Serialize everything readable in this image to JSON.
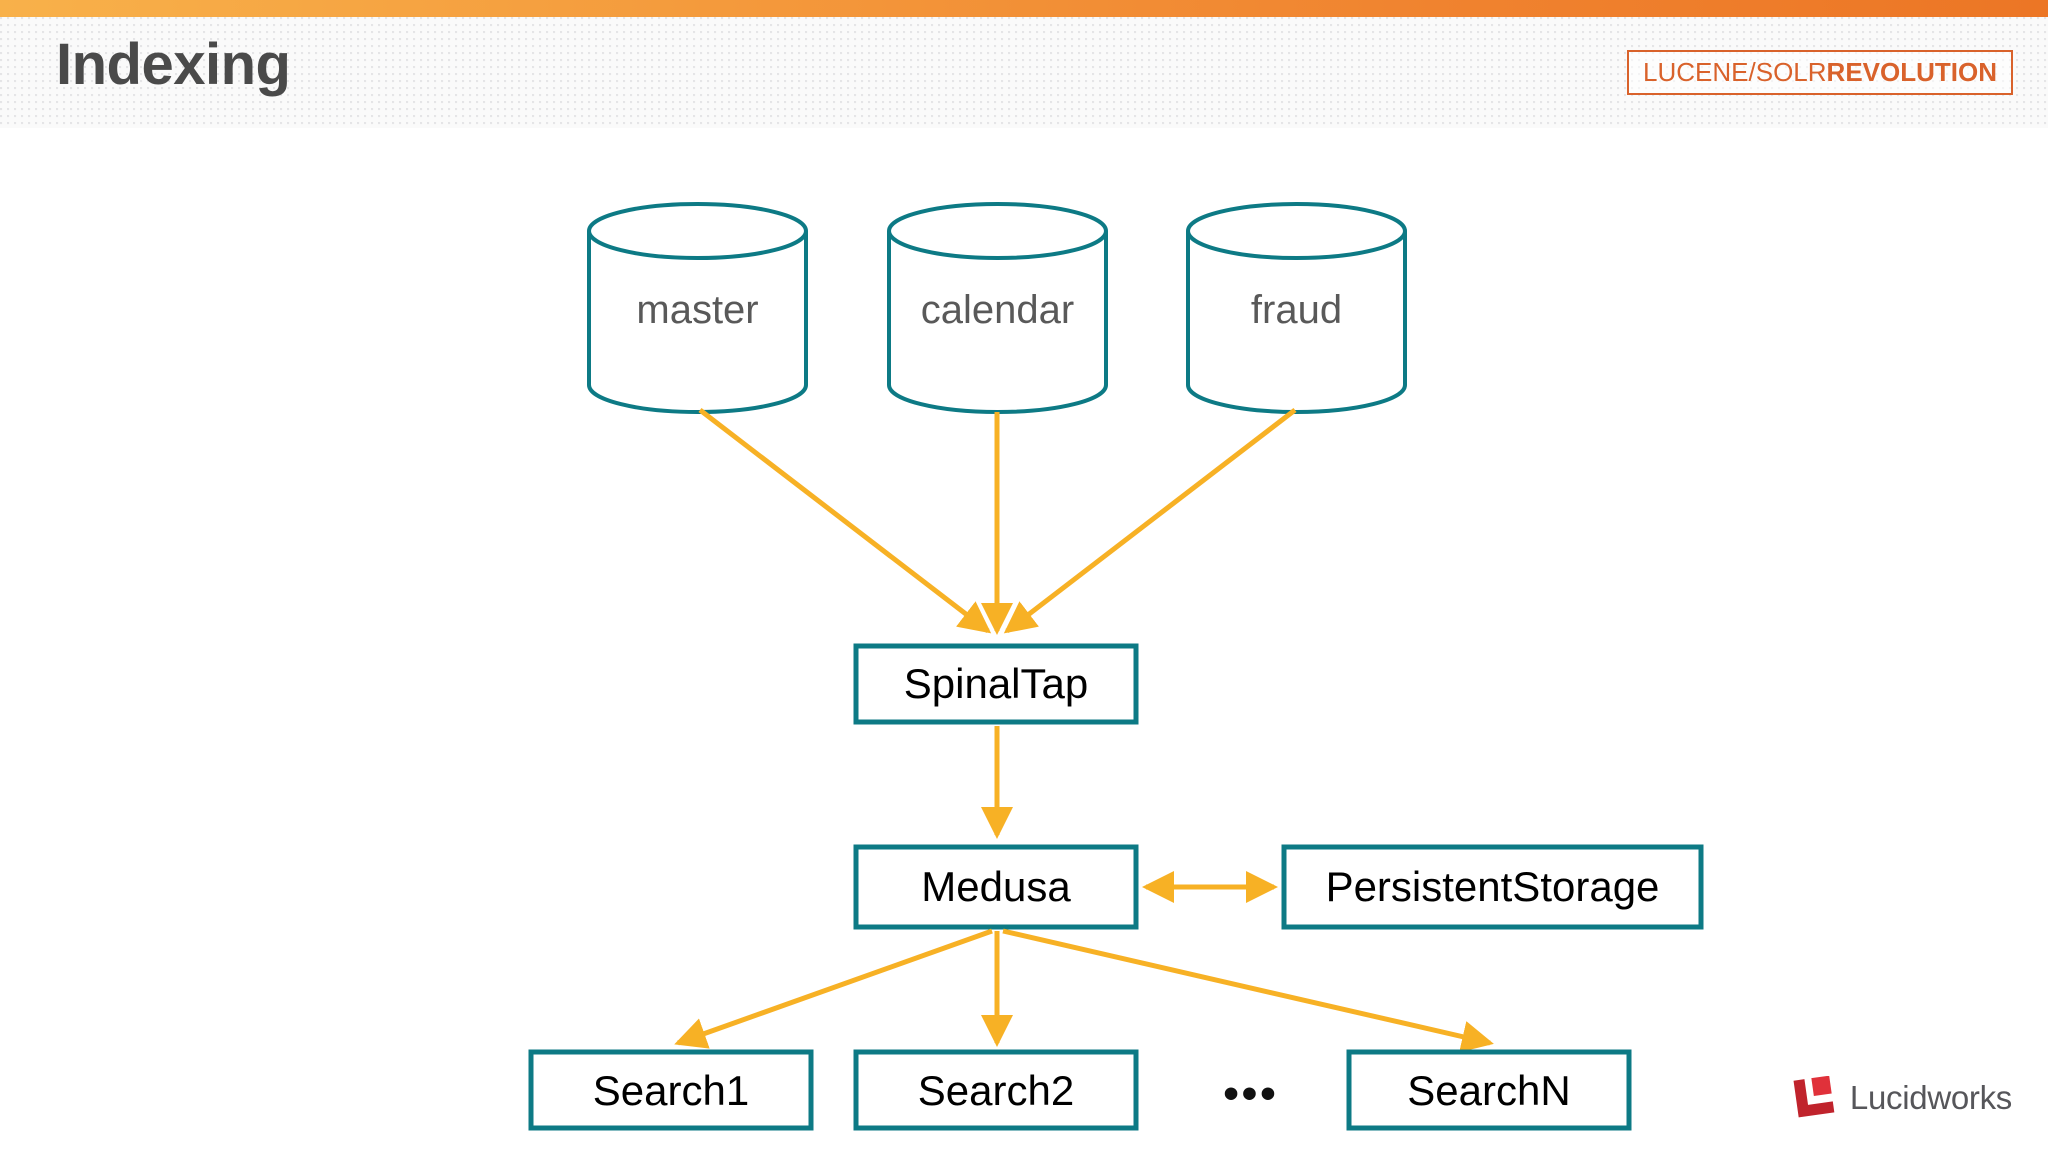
{
  "header": {
    "title": "Indexing",
    "badge": {
      "light_text": "LUCENE/SOLR",
      "bold_text": "REVOLUTION",
      "border_color": "#d9622b",
      "text_color": "#d9622b"
    },
    "accent_bar_gradient_from": "#f8b14a",
    "accent_bar_gradient_to": "#ec7625"
  },
  "theme": {
    "node_stroke": "#0d7a85",
    "arrow_color": "#f7b125",
    "cylinder_label_color": "#595959",
    "box_label_color": "#000000",
    "background": "#ffffff"
  },
  "diagram": {
    "type": "flow-diagram",
    "sources": [
      {
        "id": "master",
        "label": "master",
        "shape": "cylinder"
      },
      {
        "id": "calendar",
        "label": "calendar",
        "shape": "cylinder"
      },
      {
        "id": "fraud",
        "label": "fraud",
        "shape": "cylinder"
      }
    ],
    "processors": [
      {
        "id": "spinaltap",
        "label": "SpinalTap",
        "shape": "rect"
      },
      {
        "id": "medusa",
        "label": "Medusa",
        "shape": "rect"
      },
      {
        "id": "persistentstorage",
        "label": "PersistentStorage",
        "shape": "rect"
      }
    ],
    "sinks": [
      {
        "id": "search1",
        "label": "Search1",
        "shape": "rect"
      },
      {
        "id": "search2",
        "label": "Search2",
        "shape": "rect"
      },
      {
        "id": "searchn",
        "label": "SearchN",
        "shape": "rect"
      }
    ],
    "ellipsis": "•••",
    "edges": [
      {
        "from": "master",
        "to": "spinaltap",
        "direction": "one-way"
      },
      {
        "from": "calendar",
        "to": "spinaltap",
        "direction": "one-way"
      },
      {
        "from": "fraud",
        "to": "spinaltap",
        "direction": "one-way"
      },
      {
        "from": "spinaltap",
        "to": "medusa",
        "direction": "one-way"
      },
      {
        "from": "medusa",
        "to": "persistentstorage",
        "direction": "two-way"
      },
      {
        "from": "medusa",
        "to": "search1",
        "direction": "one-way"
      },
      {
        "from": "medusa",
        "to": "search2",
        "direction": "one-way"
      },
      {
        "from": "medusa",
        "to": "searchn",
        "direction": "one-way"
      }
    ]
  },
  "footer": {
    "brand_name": "Lucidworks",
    "mark_color_dark": "#c0232c",
    "mark_color_light": "#e0313a",
    "wordmark_color": "#56565a"
  }
}
